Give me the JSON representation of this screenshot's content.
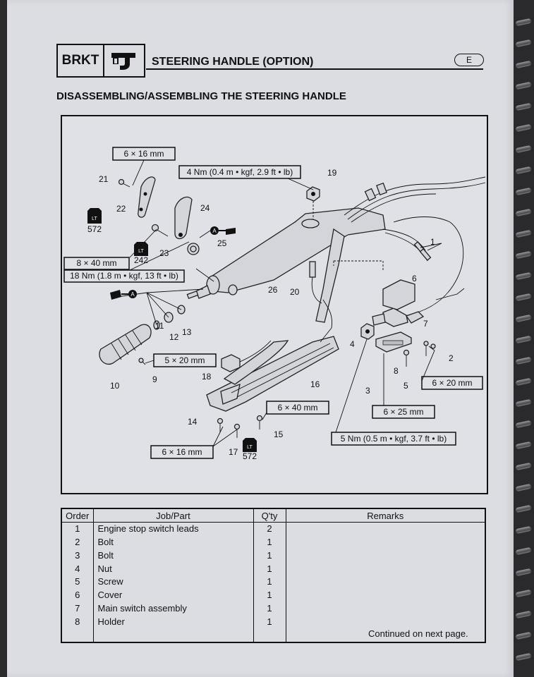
{
  "header": {
    "code": "BRKT",
    "title": "STEERING HANDLE (OPTION)",
    "lang": "E",
    "icon": "bracket-tool-icon"
  },
  "section_title": "DISASSEMBLING/ASSEMBLING THE STEERING HANDLE",
  "diagram": {
    "specs": {
      "s6x16a": "6 × 16 mm",
      "torque19": "4 Nm (0.4 m • kgf, 2.9 ft • lb)",
      "s8x40": "8 × 40 mm",
      "torque23": "18 Nm (1.8 m • kgf, 13 ft • lb)",
      "s5x20": "5 × 20 mm",
      "s6x40": "6 × 40 mm",
      "s6x16b": "6 × 16 mm",
      "s6x20": "6 × 20 mm",
      "s6x25": "6 × 25 mm",
      "torque3": "5 Nm (0.5 m • kgf, 3.7 ft • lb)"
    },
    "locktite": {
      "a": "572",
      "b": "242",
      "c": "572"
    },
    "grease": {
      "a": "A",
      "b": "A"
    },
    "callouts": {
      "n1": "1",
      "n2": "2",
      "n3": "3",
      "n4": "4",
      "n5": "5",
      "n6": "6",
      "n7": "7",
      "n8": "8",
      "n9": "9",
      "n10": "10",
      "n11": "11",
      "n12": "12",
      "n13": "13",
      "n14": "14",
      "n15": "15",
      "n16": "16",
      "n17": "17",
      "n18": "18",
      "n19": "19",
      "n20": "20",
      "n21": "21",
      "n22": "22",
      "n23": "23",
      "n24": "24",
      "n25": "25",
      "n26": "26"
    }
  },
  "table": {
    "headers": {
      "order": "Order",
      "job": "Job/Part",
      "qty": "Q'ty",
      "remarks": "Remarks"
    },
    "rows": [
      {
        "order": "1",
        "job": "Engine stop switch leads",
        "qty": "2"
      },
      {
        "order": "2",
        "job": "Bolt",
        "qty": "1"
      },
      {
        "order": "3",
        "job": "Bolt",
        "qty": "1"
      },
      {
        "order": "4",
        "job": "Nut",
        "qty": "1"
      },
      {
        "order": "5",
        "job": "Screw",
        "qty": "1"
      },
      {
        "order": "6",
        "job": "Cover",
        "qty": "1"
      },
      {
        "order": "7",
        "job": "Main switch assembly",
        "qty": "1"
      },
      {
        "order": "8",
        "job": "Holder",
        "qty": "1"
      }
    ],
    "continued": "Continued on next page."
  }
}
